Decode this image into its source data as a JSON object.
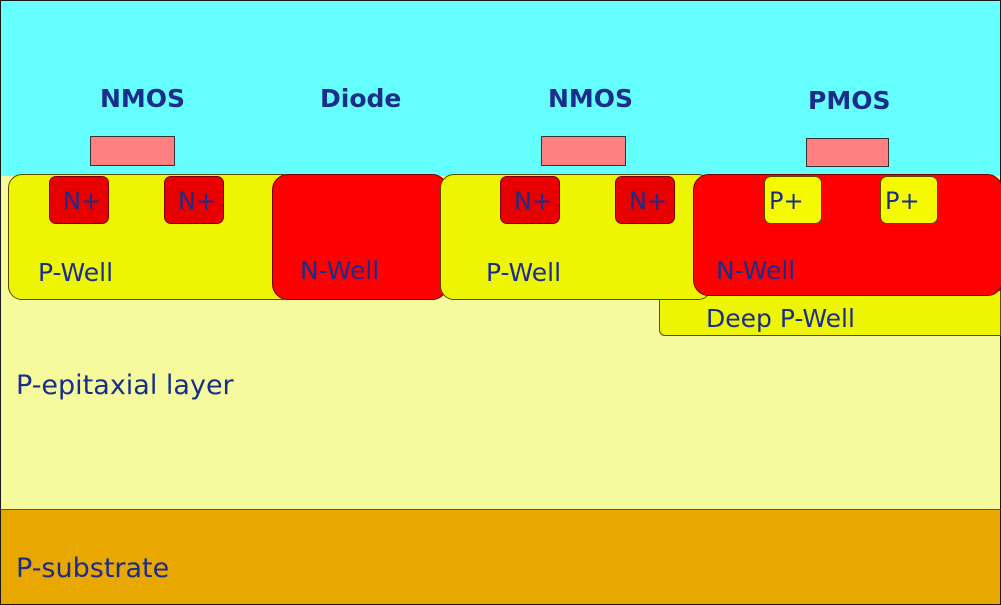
{
  "devices": {
    "nmos_1": "NMOS",
    "diode": "Diode",
    "nmos_2": "NMOS",
    "pmos": "PMOS"
  },
  "diffusions": {
    "nplus": "N+",
    "pplus": "P+"
  },
  "wells": {
    "p_well": "P-Well",
    "n_well": "N-Well",
    "deep_p_well": "Deep P-Well"
  },
  "layers": {
    "epitaxial": "P-epitaxial layer",
    "substrate": "P-substrate"
  },
  "colors": {
    "oxide": "#66ffff",
    "epitaxial": "#f5fa9c",
    "substrate": "#e8a800",
    "p_well": "#eef500",
    "n_well": "#ff0000",
    "nplus": "#e60000",
    "pplus": "#f5fa00",
    "gate": "#ff8080",
    "text": "#1a2d8a"
  }
}
